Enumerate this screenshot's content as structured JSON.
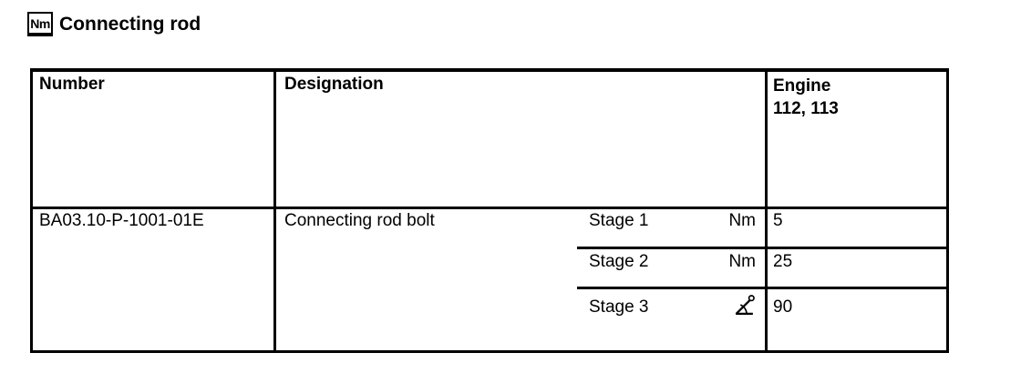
{
  "colors": {
    "text": "#000000",
    "border": "#000000",
    "background": "#ffffff"
  },
  "header": {
    "icon_label": "Nm",
    "title": "Connecting rod"
  },
  "table": {
    "columns": {
      "number": "Number",
      "designation": "Designation",
      "engine": "Engine",
      "engine_models": "112, 113"
    },
    "row": {
      "number": "BA03.10-P-1001-01E",
      "designation": "Connecting rod bolt",
      "stages": [
        {
          "label": "Stage 1",
          "unit": "Nm",
          "unit_icon": "",
          "value": "5"
        },
        {
          "label": "Stage 2",
          "unit": "Nm",
          "unit_icon": "",
          "value": "25"
        },
        {
          "label": "Stage 3",
          "unit": "",
          "unit_icon": "angle-degree-icon",
          "value": "90"
        }
      ]
    }
  }
}
